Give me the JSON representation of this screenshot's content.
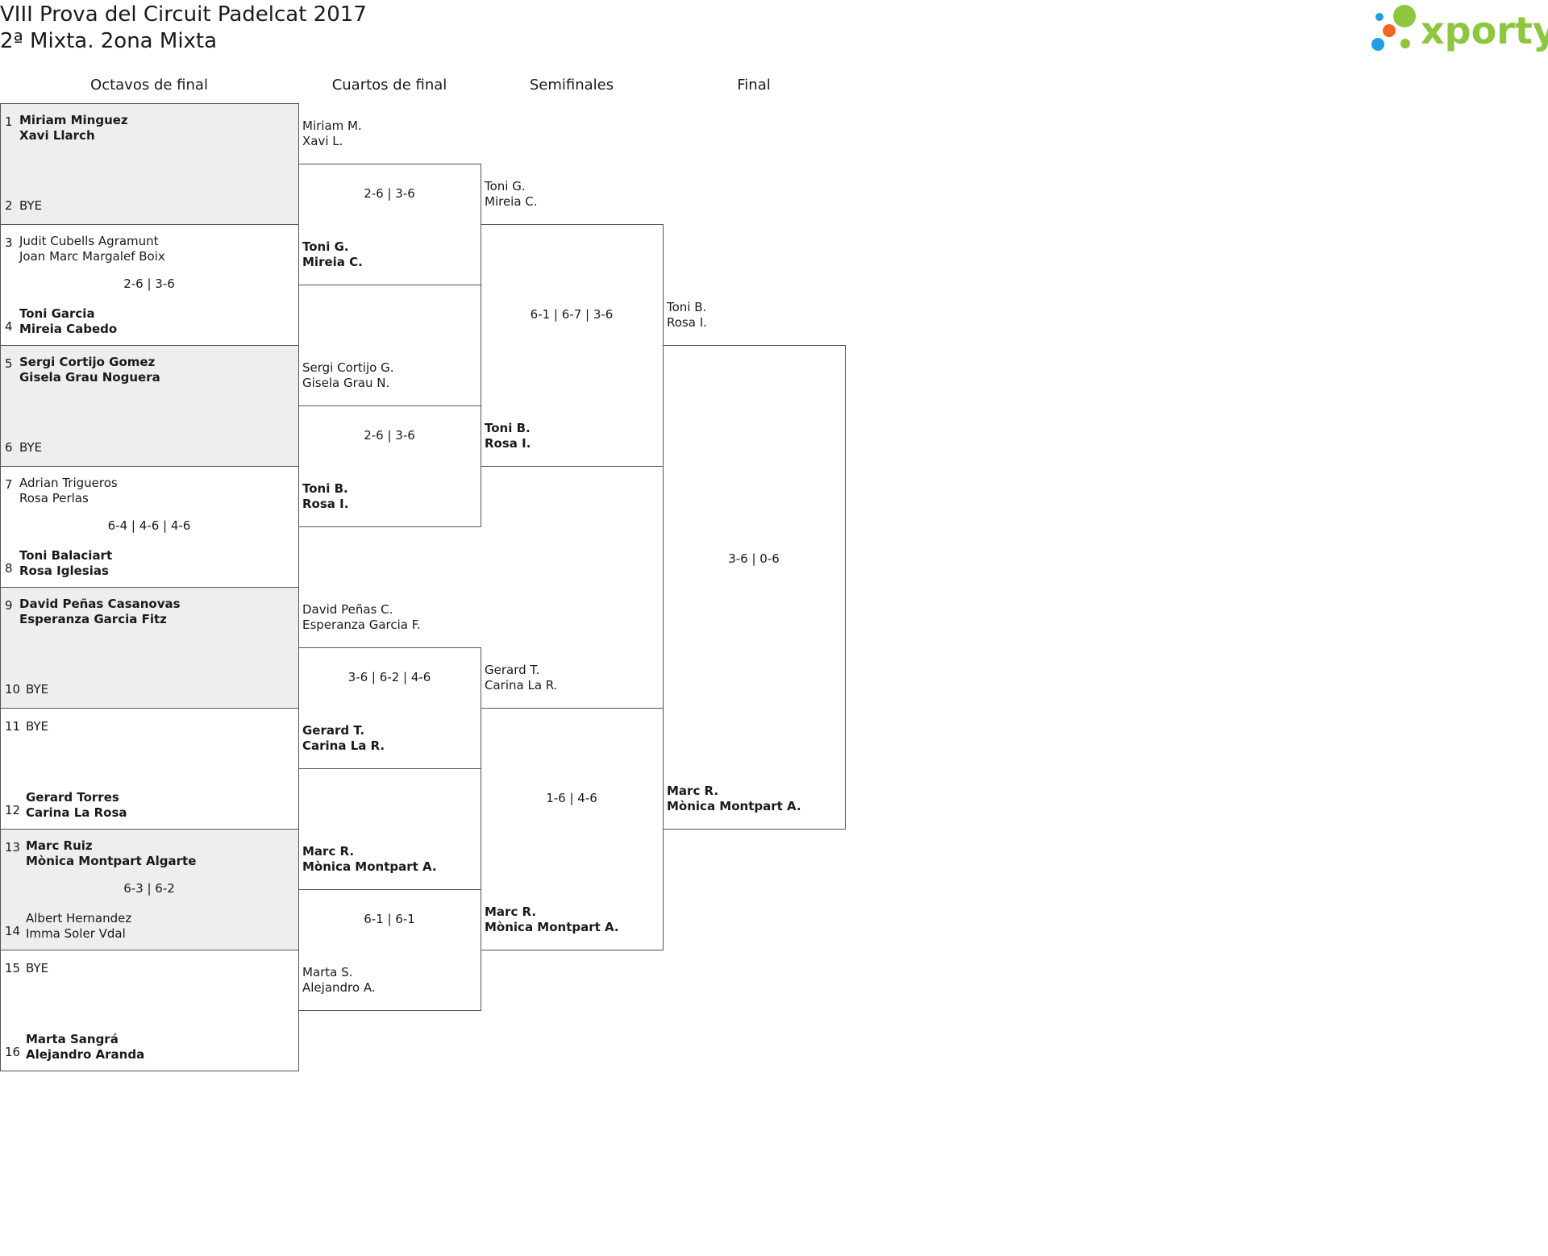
{
  "header": {
    "title": "VIII Prova del Circuit Padelcat 2017",
    "subtitle": "2ª Mixta. 2ona Mixta",
    "logo_text": "xporty",
    "logo_colors": {
      "green": "#8dc63f",
      "orange": "#f26522",
      "blue": "#1ea0e6"
    }
  },
  "rounds": [
    "Octavos de final",
    "Cuartos de final",
    "Semifinales",
    "Final"
  ],
  "octavos": [
    {
      "score": "",
      "shaded": true,
      "top": {
        "seed": "1",
        "p1": "Miriam Minguez",
        "p2": "Xavi Llarch",
        "winner": true
      },
      "bottom": {
        "seed": "2",
        "p1": "BYE",
        "p2": "",
        "winner": false
      }
    },
    {
      "score": "2-6 | 3-6",
      "shaded": false,
      "top": {
        "seed": "3",
        "p1": "Judit Cubells Agramunt",
        "p2": "Joan Marc Margalef Boix",
        "winner": false
      },
      "bottom": {
        "seed": "4",
        "p1": "Toni Garcia",
        "p2": "Mireia Cabedo",
        "winner": true
      }
    },
    {
      "score": "",
      "shaded": true,
      "top": {
        "seed": "5",
        "p1": "Sergi Cortijo Gomez",
        "p2": "Gisela Grau Noguera",
        "winner": true
      },
      "bottom": {
        "seed": "6",
        "p1": "BYE",
        "p2": "",
        "winner": false
      }
    },
    {
      "score": "6-4 | 4-6 | 4-6",
      "shaded": false,
      "top": {
        "seed": "7",
        "p1": "Adrian Trigueros",
        "p2": "Rosa Perlas",
        "winner": false
      },
      "bottom": {
        "seed": "8",
        "p1": "Toni Balaciart",
        "p2": "Rosa Iglesias",
        "winner": true
      }
    },
    {
      "score": "",
      "shaded": true,
      "top": {
        "seed": "9",
        "p1": "David Peñas Casanovas",
        "p2": "Esperanza Garcia Fitz",
        "winner": true
      },
      "bottom": {
        "seed": "10",
        "p1": "BYE",
        "p2": "",
        "winner": false
      }
    },
    {
      "score": "",
      "shaded": false,
      "top": {
        "seed": "11",
        "p1": "BYE",
        "p2": "",
        "winner": false
      },
      "bottom": {
        "seed": "12",
        "p1": "Gerard Torres",
        "p2": "Carina La Rosa",
        "winner": true
      }
    },
    {
      "score": "6-3 | 6-2",
      "shaded": true,
      "top": {
        "seed": "13",
        "p1": "Marc Ruiz",
        "p2": "Mònica Montpart Algarte",
        "winner": true
      },
      "bottom": {
        "seed": "14",
        "p1": "Albert Hernandez",
        "p2": "Imma Soler Vdal",
        "winner": false
      }
    },
    {
      "score": "",
      "shaded": false,
      "top": {
        "seed": "15",
        "p1": "BYE",
        "p2": "",
        "winner": false
      },
      "bottom": {
        "seed": "16",
        "p1": "Marta Sangrá",
        "p2": "Alejandro Aranda",
        "winner": true
      }
    }
  ],
  "cuartos": [
    {
      "score": "2-6 | 3-6",
      "top": {
        "p1": "Miriam M.",
        "p2": "Xavi L.",
        "winner": false
      },
      "bottom": {
        "p1": "Toni G.",
        "p2": "Mireia C.",
        "winner": true
      }
    },
    {
      "score": "2-6 | 3-6",
      "top": {
        "p1": "Sergi Cortijo G.",
        "p2": "Gisela Grau N.",
        "winner": false
      },
      "bottom": {
        "p1": "Toni B.",
        "p2": "Rosa I.",
        "winner": true
      }
    },
    {
      "score": "3-6 | 6-2 | 4-6",
      "top": {
        "p1": "David Peñas C.",
        "p2": "Esperanza Garcia F.",
        "winner": false
      },
      "bottom": {
        "p1": "Gerard T.",
        "p2": "Carina La R.",
        "winner": true
      }
    },
    {
      "score": "6-1 | 6-1",
      "top": {
        "p1": "Marc R.",
        "p2": "Mònica Montpart A.",
        "winner": true
      },
      "bottom": {
        "p1": "Marta S.",
        "p2": "Alejandro A.",
        "winner": false
      }
    }
  ],
  "semis": [
    {
      "score": "6-1 | 6-7 | 3-6",
      "top": {
        "p1": "Toni G.",
        "p2": "Mireia C.",
        "winner": false
      },
      "bottom": {
        "p1": "Toni B.",
        "p2": "Rosa I.",
        "winner": true
      }
    },
    {
      "score": "1-6 | 4-6",
      "top": {
        "p1": "Gerard T.",
        "p2": "Carina La R.",
        "winner": false
      },
      "bottom": {
        "p1": "Marc R.",
        "p2": "Mònica Montpart A.",
        "winner": true
      }
    }
  ],
  "final": [
    {
      "score": "3-6 | 0-6",
      "top": {
        "p1": "Toni B.",
        "p2": "Rosa I.",
        "winner": false
      },
      "bottom": {
        "p1": "Marc R.",
        "p2": "Mònica Montpart A.",
        "winner": true
      }
    }
  ]
}
